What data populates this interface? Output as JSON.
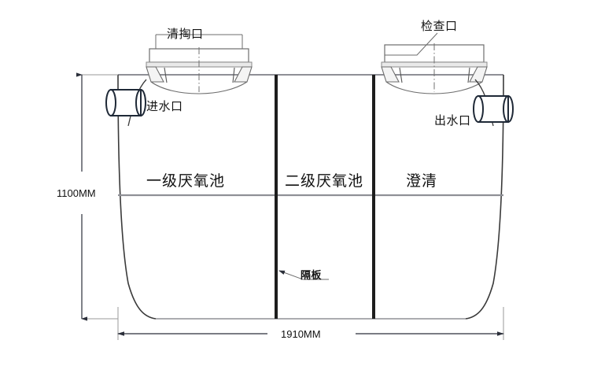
{
  "diagram": {
    "title_visible": false,
    "background_color": "#ffffff",
    "line_color": "#2b2f3a",
    "thin_line_color": "#8a8a8a",
    "labels": {
      "top_left_port": "清掏口",
      "top_right_port": "检查口",
      "inlet": "进水口",
      "outlet": "出水口",
      "partition": "隔板",
      "chamber_1": "一级厌氧池",
      "chamber_2": "二级厌氧池",
      "chamber_3": "澄清"
    },
    "dimensions": {
      "height_label": "1100MM",
      "width_label": "1910MM"
    }
  }
}
